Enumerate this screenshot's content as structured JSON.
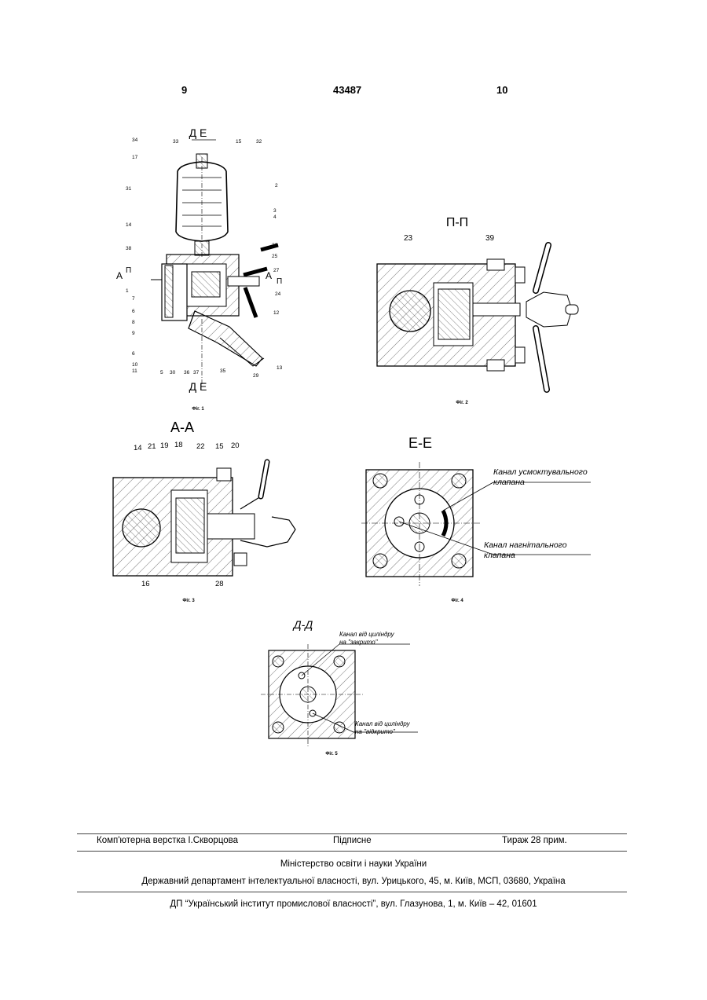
{
  "header": {
    "left_page": "9",
    "patent_number": "43487",
    "right_page": "10"
  },
  "fig1": {
    "caption": "Фіг. 1",
    "section_top": "Д   Е",
    "section_bottom": "Д   Е",
    "cut_left": "А",
    "cut_left_p": "П",
    "cut_right": "А",
    "cut_right_p": "П",
    "callouts": [
      "34",
      "33",
      "15",
      "32",
      "17",
      "31",
      "2",
      "3",
      "4",
      "14",
      "26",
      "25",
      "38",
      "27",
      "1",
      "7",
      "6",
      "8",
      "9",
      "24",
      "12",
      "6",
      "10",
      "11",
      "5",
      "30",
      "36",
      "37",
      "35",
      "29",
      "13"
    ]
  },
  "fig2": {
    "section": "П-П",
    "caption": "Фіг. 2",
    "callouts": [
      "23",
      "39"
    ]
  },
  "fig3": {
    "section": "А-А",
    "caption": "Фіг. 3",
    "callouts": [
      "14",
      "21",
      "19",
      "18",
      "22",
      "15",
      "20",
      "16",
      "28"
    ]
  },
  "fig4": {
    "section": "Е-Е",
    "caption": "Фіг. 4",
    "label_suction_1": "Канал усмоктувального",
    "label_suction_2": "клапана",
    "label_discharge_1": "Канал нагнітального",
    "label_discharge_2": "клапана"
  },
  "fig5": {
    "section": "Д-Д",
    "caption": "Фіг. 5",
    "label_closed_1": "Канал від циліндру",
    "label_closed_2": "на \"закрито\"",
    "label_open_1": "Канал від циліндру",
    "label_open_2": "на \"відкрито\""
  },
  "footer": {
    "typesetting": "Комп'ютерна верстка І.Скворцова",
    "signed": "Підписне",
    "circulation": "Тираж 28 прим.",
    "ministry": "Міністерство освіти і науки України",
    "department": "Державний департамент інтелектуальної власності, вул. Урицького, 45, м. Київ, МСП, 03680, Україна",
    "institute": "ДП “Український інститут промислової власності”, вул. Глазунова, 1, м. Київ – 42, 01601"
  }
}
